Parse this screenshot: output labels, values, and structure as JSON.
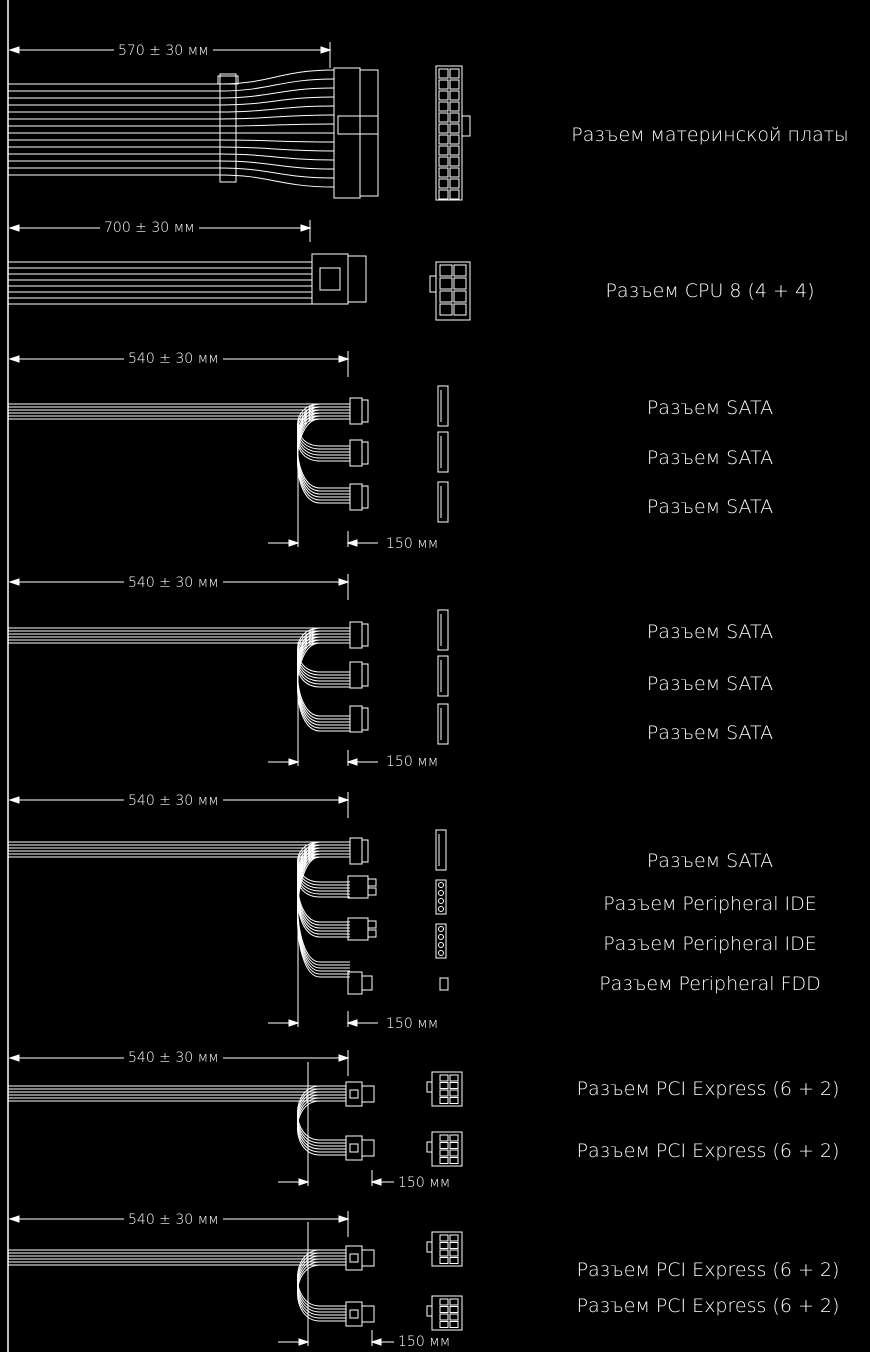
{
  "groups": [
    {
      "id": "motherboard",
      "type": "mb",
      "length": "570 ± 30 мм",
      "labels": [
        "Разъем материнской платы"
      ]
    },
    {
      "id": "cpu",
      "type": "cpu",
      "length": "700 ± 30 мм",
      "labels": [
        "Разъем CPU 8 (4 + 4)"
      ]
    },
    {
      "id": "sata-1",
      "type": "branch",
      "length": "540 ± 30 мм",
      "spacing": "150 мм",
      "labels": [
        "Разъем SATA",
        "Разъем SATA",
        "Разъем SATA"
      ]
    },
    {
      "id": "sata-2",
      "type": "branch",
      "length": "540 ± 30 мм",
      "spacing": "150 мм",
      "labels": [
        "Разъем SATA",
        "Разъем SATA",
        "Разъем SATA"
      ]
    },
    {
      "id": "peripheral",
      "type": "branch",
      "length": "540 ± 30 мм",
      "spacing": "150 мм",
      "labels": [
        "Разъем SATA",
        "Разъем Peripheral IDE",
        "Разъем Peripheral IDE",
        "Разъем Peripheral FDD"
      ]
    },
    {
      "id": "pcie-1",
      "type": "branch",
      "length": "540 ± 30 мм",
      "spacing": "150 мм",
      "labels": [
        "Разъем PCI Express (6 + 2)",
        "Разъем PCI Express (6 + 2)"
      ]
    },
    {
      "id": "pcie-2",
      "type": "branch",
      "length": "540 ± 30 мм",
      "spacing": "150 мм",
      "labels": [
        "Разъем PCI Express (6 + 2)",
        "Разъем PCI Express (6 + 2)"
      ]
    }
  ]
}
